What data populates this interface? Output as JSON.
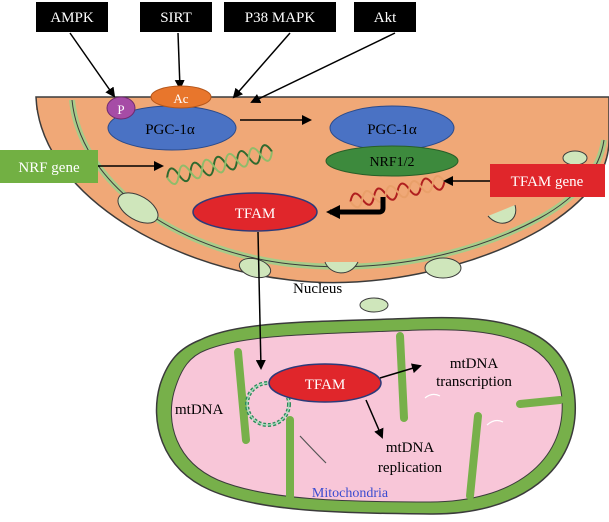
{
  "regulators": [
    "AMPK",
    "SIRT",
    "P38 MAPK",
    "Akt"
  ],
  "modifications": {
    "phospho": "P",
    "acetyl": "Ac"
  },
  "proteins": {
    "pgc1a_left": "PGC-1α",
    "pgc1a_right": "PGC-1α",
    "nrf": "NRF1/2",
    "tfam_nucleus": "TFAM",
    "tfam_mito": "TFAM"
  },
  "genes": {
    "nrf_gene": "NRF gene",
    "tfam_gene": "TFAM gene"
  },
  "compartments": {
    "nucleus": "Nucleus",
    "mitochondria": "Mitochondria"
  },
  "mito_labels": {
    "mtdna": "mtDNA",
    "transcription_line1": "mtDNA",
    "transcription_line2": "transcription",
    "replication_line1": "mtDNA",
    "replication_line2": "replication"
  },
  "colors": {
    "regulator_box": "#000000",
    "phospho": "#a64ca6",
    "acetyl": "#e8762c",
    "pgc1a": "#4a72c4",
    "nrf": "#3d8a3d",
    "tfam": "#e0262b",
    "nrf_gene_box": "#72b043",
    "tfam_gene_box": "#e0262b",
    "nucleus_fill": "#f0a877",
    "cytoplasm_fill": "#e9a57a",
    "nucleus_membrane": "#a7cc8a",
    "mito_outer": "#77b04a",
    "mito_matrix": "#f8c6d8",
    "mitochondria_label": "#3a4bd0"
  }
}
